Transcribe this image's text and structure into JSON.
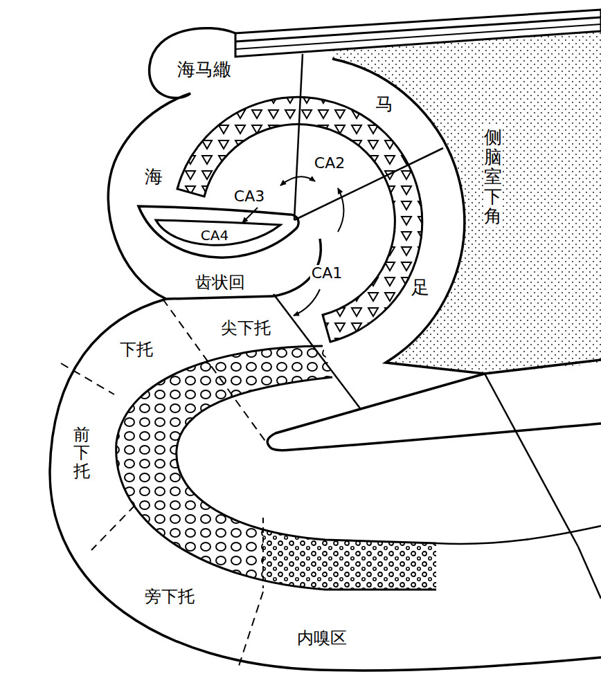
{
  "diagram": {
    "labels": [
      "海马繖",
      "马",
      "侧脑室下角",
      "海",
      "CA2",
      "CA3",
      "CA4",
      "CA1",
      "齿状回",
      "足",
      "尖下托",
      "下托",
      "前下托",
      "旁下托",
      "内嗅区"
    ]
  }
}
